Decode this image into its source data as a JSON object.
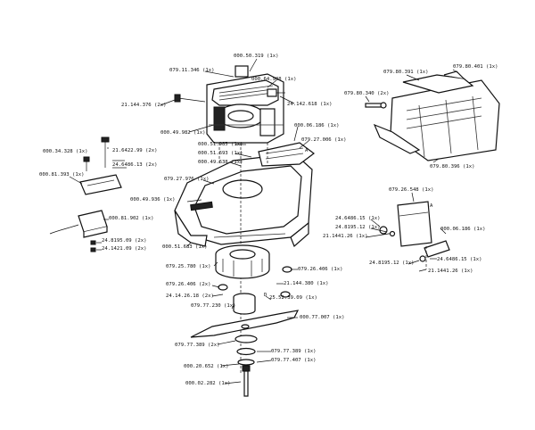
{
  "labels": {
    "l01": "000.50.319 (1x)",
    "l02": "079.11.346 (1x)",
    "l03": "000.64.988 (1x)",
    "l04": "21.144.376 (2x)",
    "l05": "24.142.618 (1x)",
    "l06": "000.49.982 (1x)",
    "l07": "000.06.186 (1x)",
    "l08": "079.27.006 (1x)",
    "l09": "000.51.985 (1x)",
    "l10": "000.51.693 (1x)",
    "l11": "000.49.638 (1x)",
    "l12": "079.27.976 (1x)",
    "l13": "000.49.936 (1x)",
    "l14": "000.34.328 (1x)",
    "l15": "21.6422.99 (2x)",
    "l16": "24.6486.13 (2x)",
    "l17": "000.81.393 (1x)",
    "l18": "000.81.902 (1x)",
    "l19": "24.8195.09 (2x)",
    "l20": "24.1421.09 (2x)",
    "l21": "000.51.683 (1x)",
    "l22": "079.25.780 (1x)",
    "l23": "079.26.406 (1x)",
    "l24": "079.26.406 (2x)",
    "l25": "21.144.380 (1x)",
    "l26": "24.14.26.18 (2x)",
    "l27": "25.52.39.09 (1x)",
    "l28": "079.77.230 (1x)",
    "l29": "000.77.007 (1x)",
    "l30": "079.77.389 (2x)",
    "l31": "079.77.389 (1x)",
    "l32": "079.77.407 (1x)",
    "l33": "000.20.652 (1x)",
    "l34": "000.02.282 (1x)",
    "l35": "079.80.391 (1x)",
    "l36": "079.80.401 (1x)",
    "l37": "079.80.340 (2x)",
    "l38": "079.80.396 (1x)",
    "l39": "079.26.548 (1x)",
    "l40": "24.6486.15 (1x)",
    "l41": "24.8195.12 (1x)",
    "l42": "21.1441.26 (1x)",
    "l43": "000.06.186 (1x)",
    "l44": "24.6486.15 (1x)",
    "l45": "24.8195.12 (1x)",
    "l46": "21.1441.26 (1x)",
    "l47": "A",
    "l48": "D",
    "l49": "A"
  }
}
